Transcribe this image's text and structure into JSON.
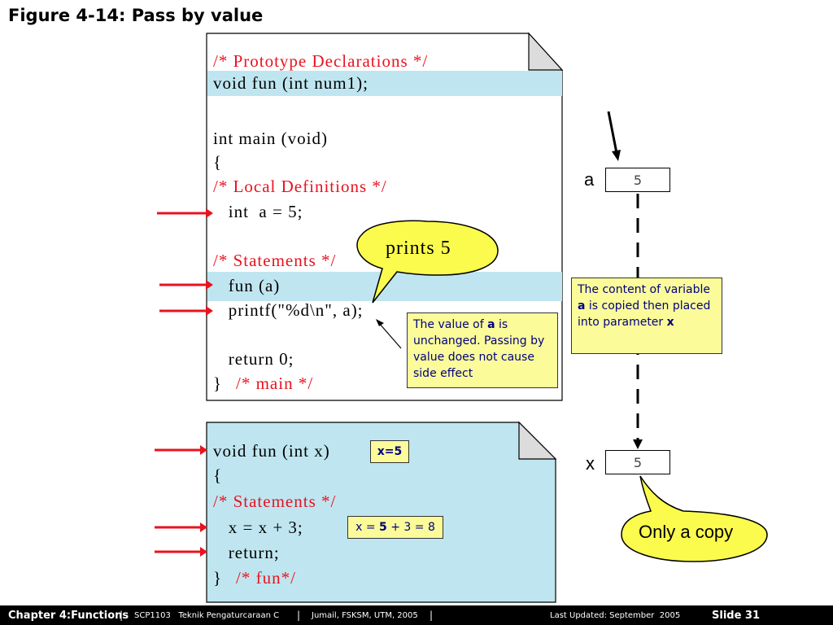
{
  "title": "Figure 4-14: Pass by value",
  "main_code": {
    "line1": "/* Prototype Declarations */",
    "line2": "void fun (int num1);",
    "line3": "int main (void)",
    "line4": "{",
    "line5": "/* Local Definitions */",
    "line6": "   int  a = 5;",
    "line7": "/* Statements */",
    "line8": "   fun (a)",
    "line9": "   printf(\"%d\\n\", a);",
    "line10": "   return 0;",
    "line11_brace": "}",
    "line11_comment": "/* main */"
  },
  "fun_code": {
    "line1": "void fun (int x)",
    "line2": "{",
    "line3": "/* Statements */",
    "line4": "   x = x + 3;",
    "line5": "   return;",
    "line6_brace": "}",
    "line6_comment": "/* fun*/"
  },
  "callouts": {
    "prints": "prints 5",
    "only_copy": "Only a copy"
  },
  "notes": {
    "unchanged_pre": "The value of ",
    "unchanged_bold": "a",
    "unchanged_post": " is unchanged.  Passing by value does not cause side effect",
    "copied_pre": "The content of variable ",
    "copied_bold_a": "a",
    "copied_mid": " is copied then placed into parameter ",
    "copied_bold_x": "x",
    "x_eq": "x=5",
    "calc_pre": "x = ",
    "calc_bold": "5",
    "calc_post": " + 3 = 8"
  },
  "variables": {
    "a_label": "a",
    "a_value": "5",
    "x_label": "x",
    "x_value": "5"
  },
  "footer": {
    "chapter": "Chapter 4:Functions",
    "sep1": "|",
    "course": "SCP1103   Teknik Pengaturcaraan C",
    "sep2": "|",
    "author": "Jumail, FSKSM, UTM, 2005",
    "sep3": "|",
    "updated": "Last Updated: September  2005",
    "slide": "Slide 31"
  },
  "colors": {
    "comment": "#e8131f",
    "highlight": "#bfe6f0",
    "note_bg": "#fbfb9a",
    "arrow": "#e8131f",
    "note_text": "#000080"
  }
}
